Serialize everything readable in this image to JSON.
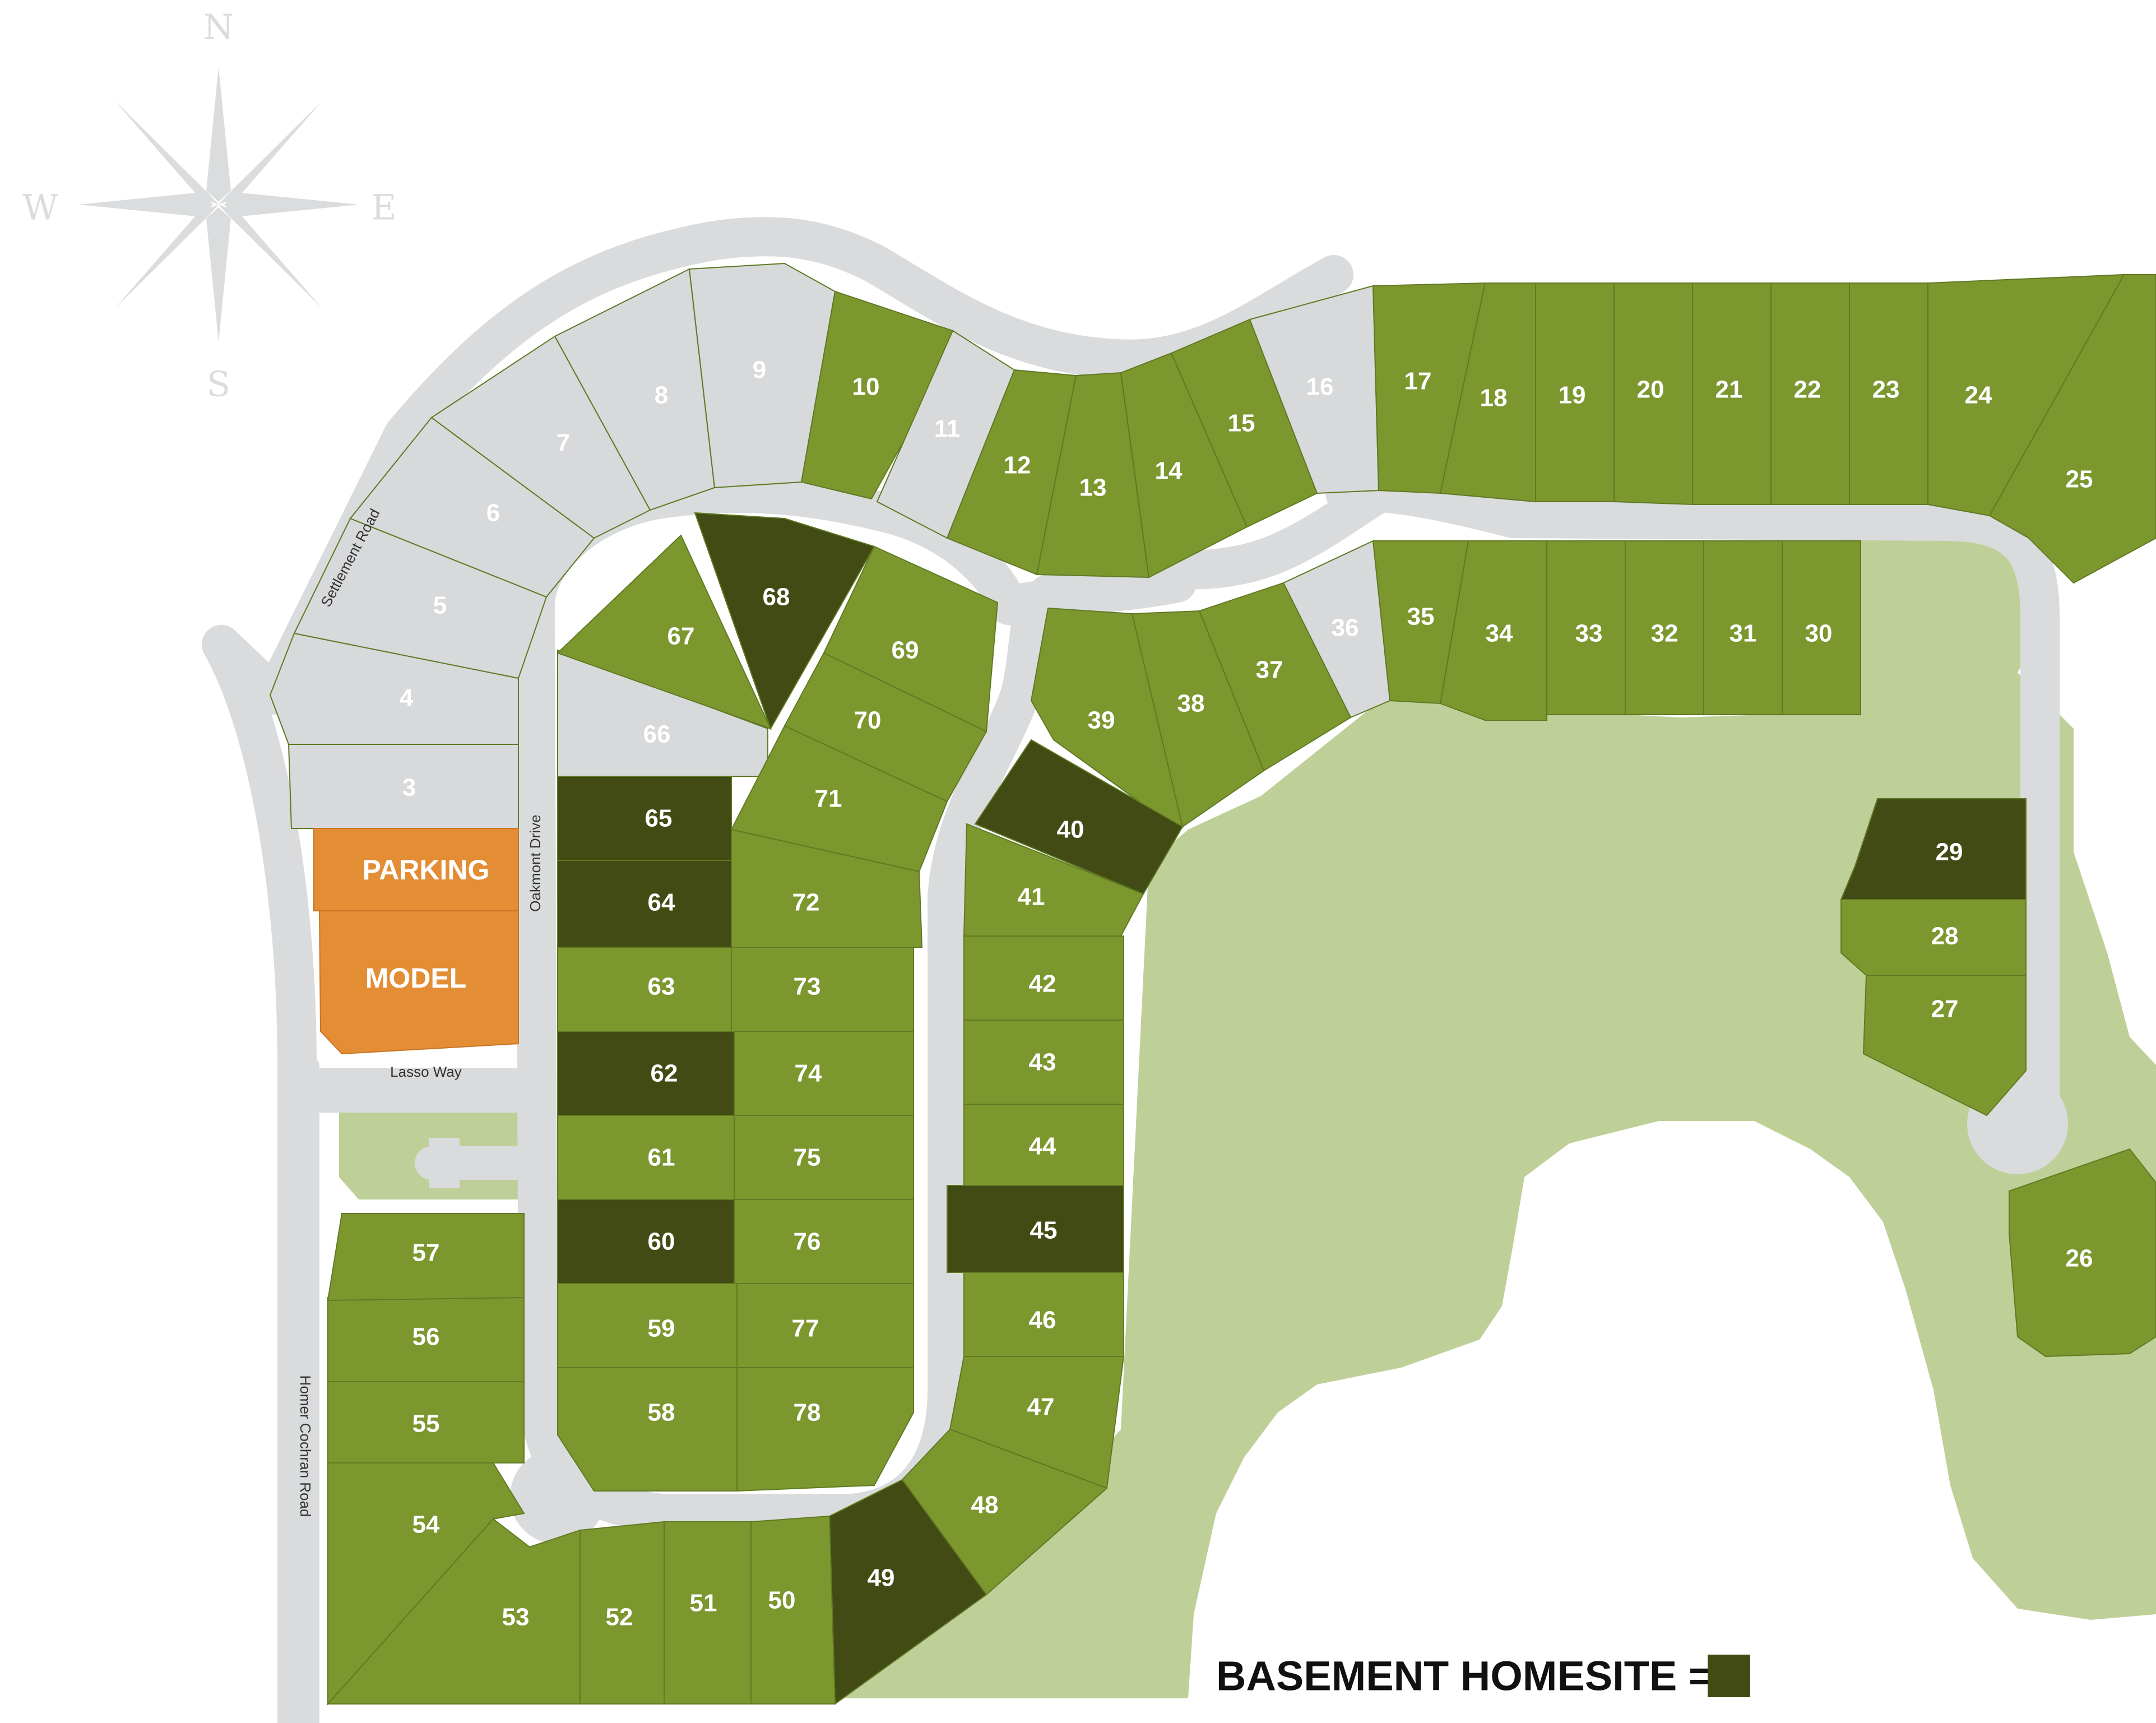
{
  "compass": {
    "north": "N",
    "south": "S",
    "east": "E",
    "west": "W",
    "icon": "compass-rose-icon"
  },
  "colors": {
    "homesite": "#7d972f",
    "basement_homesite": "#434b15",
    "sold_homesite": "#d7d9db",
    "model": "#e38d35",
    "open_space": "#bfcf98",
    "road": "#d9dbdc"
  },
  "roads": {
    "settlement": "Settlement Road",
    "oakmont": "Oakmont Drive",
    "lasso": "Lasso Way",
    "homer_cochran": "Homer Cochran Road"
  },
  "special_lots": {
    "parking": "PARKING",
    "model": "MODEL"
  },
  "legend": {
    "label": "BASEMENT HOMESITE =",
    "swatch_color": "#434b15"
  },
  "lots": [
    {
      "id": "3",
      "status": "sold"
    },
    {
      "id": "4",
      "status": "sold"
    },
    {
      "id": "5",
      "status": "sold"
    },
    {
      "id": "6",
      "status": "sold"
    },
    {
      "id": "7",
      "status": "sold"
    },
    {
      "id": "8",
      "status": "sold"
    },
    {
      "id": "9",
      "status": "sold"
    },
    {
      "id": "10",
      "status": "available"
    },
    {
      "id": "11",
      "status": "sold"
    },
    {
      "id": "12",
      "status": "available"
    },
    {
      "id": "13",
      "status": "available"
    },
    {
      "id": "14",
      "status": "available"
    },
    {
      "id": "15",
      "status": "available"
    },
    {
      "id": "16",
      "status": "sold"
    },
    {
      "id": "17",
      "status": "available"
    },
    {
      "id": "18",
      "status": "available"
    },
    {
      "id": "19",
      "status": "available"
    },
    {
      "id": "20",
      "status": "available"
    },
    {
      "id": "21",
      "status": "available"
    },
    {
      "id": "22",
      "status": "available"
    },
    {
      "id": "23",
      "status": "available"
    },
    {
      "id": "24",
      "status": "available"
    },
    {
      "id": "25",
      "status": "available"
    },
    {
      "id": "26",
      "status": "available"
    },
    {
      "id": "27",
      "status": "available"
    },
    {
      "id": "28",
      "status": "available"
    },
    {
      "id": "29",
      "status": "basement"
    },
    {
      "id": "30",
      "status": "available"
    },
    {
      "id": "31",
      "status": "available"
    },
    {
      "id": "32",
      "status": "available"
    },
    {
      "id": "33",
      "status": "available"
    },
    {
      "id": "34",
      "status": "available"
    },
    {
      "id": "35",
      "status": "available"
    },
    {
      "id": "36",
      "status": "sold"
    },
    {
      "id": "37",
      "status": "available"
    },
    {
      "id": "38",
      "status": "available"
    },
    {
      "id": "39",
      "status": "available"
    },
    {
      "id": "40",
      "status": "basement"
    },
    {
      "id": "41",
      "status": "available"
    },
    {
      "id": "42",
      "status": "available"
    },
    {
      "id": "43",
      "status": "available"
    },
    {
      "id": "44",
      "status": "available"
    },
    {
      "id": "45",
      "status": "basement"
    },
    {
      "id": "46",
      "status": "available"
    },
    {
      "id": "47",
      "status": "available"
    },
    {
      "id": "48",
      "status": "available"
    },
    {
      "id": "49",
      "status": "basement"
    },
    {
      "id": "50",
      "status": "available"
    },
    {
      "id": "51",
      "status": "available"
    },
    {
      "id": "52",
      "status": "available"
    },
    {
      "id": "53",
      "status": "available"
    },
    {
      "id": "54",
      "status": "available"
    },
    {
      "id": "55",
      "status": "available"
    },
    {
      "id": "56",
      "status": "available"
    },
    {
      "id": "57",
      "status": "available"
    },
    {
      "id": "58",
      "status": "available"
    },
    {
      "id": "59",
      "status": "available"
    },
    {
      "id": "60",
      "status": "basement"
    },
    {
      "id": "61",
      "status": "available"
    },
    {
      "id": "62",
      "status": "basement"
    },
    {
      "id": "63",
      "status": "available"
    },
    {
      "id": "64",
      "status": "basement"
    },
    {
      "id": "65",
      "status": "basement"
    },
    {
      "id": "66",
      "status": "sold"
    },
    {
      "id": "67",
      "status": "available"
    },
    {
      "id": "68",
      "status": "basement"
    },
    {
      "id": "69",
      "status": "available"
    },
    {
      "id": "70",
      "status": "available"
    },
    {
      "id": "71",
      "status": "available"
    },
    {
      "id": "72",
      "status": "available"
    },
    {
      "id": "73",
      "status": "available"
    },
    {
      "id": "74",
      "status": "available"
    },
    {
      "id": "75",
      "status": "available"
    },
    {
      "id": "76",
      "status": "available"
    },
    {
      "id": "77",
      "status": "available"
    },
    {
      "id": "78",
      "status": "available"
    }
  ]
}
